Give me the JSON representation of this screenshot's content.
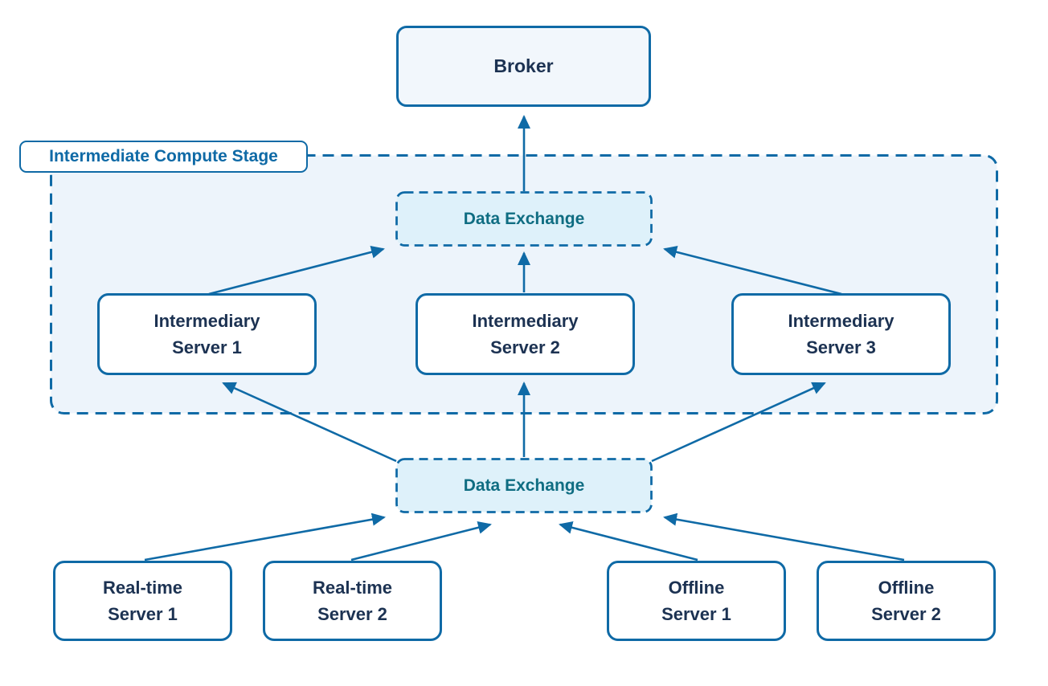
{
  "diagram": {
    "stage_label": "Intermediate Compute Stage",
    "broker": {
      "label": "Broker"
    },
    "data_exchange_top": {
      "label": "Data Exchange"
    },
    "data_exchange_bottom": {
      "label": "Data Exchange"
    },
    "intermediary_servers": [
      {
        "label": "Intermediary\nServer 1"
      },
      {
        "label": "Intermediary\nServer 2"
      },
      {
        "label": "Intermediary\nServer 3"
      }
    ],
    "source_servers": [
      {
        "label": "Real-time\nServer 1"
      },
      {
        "label": "Real-time\nServer 2"
      },
      {
        "label": "Offline\nServer 1"
      },
      {
        "label": "Offline\nServer 2"
      }
    ],
    "colors": {
      "line_blue": "#0f6aa6",
      "navy_text": "#1c3252",
      "teal_text": "#0f6d82",
      "exchange_fill": "#def1fa",
      "stage_fill": "#edf4fb",
      "broker_fill": "#f2f7fc",
      "node_fill": "#ffffff"
    }
  }
}
